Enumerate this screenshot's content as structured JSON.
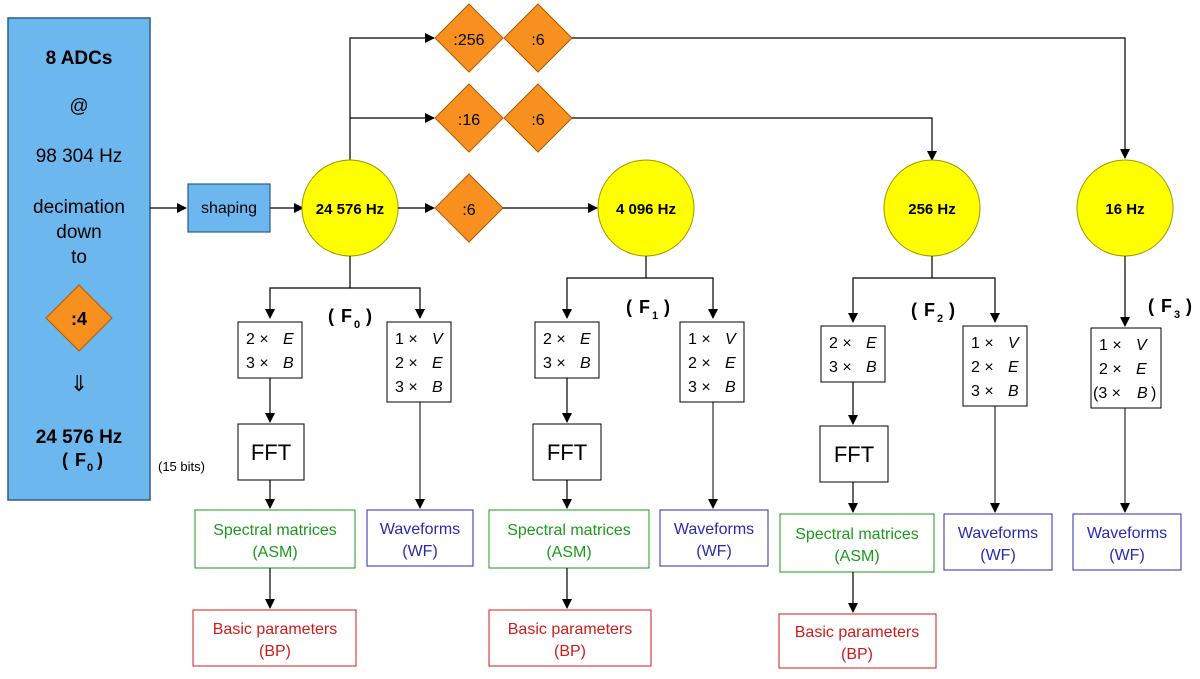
{
  "adc_panel": {
    "title": "8 ADCs",
    "at": "@",
    "rate": "98 304 Hz",
    "dec1": "decimation",
    "dec2": "down",
    "dec3": "to",
    "factor": ":4",
    "arrow": "⇓",
    "out_rate": "24 576 Hz",
    "out_label": "F",
    "out_sub": "0",
    "bits": "(15 bits)"
  },
  "shaping": {
    "label": "shaping"
  },
  "freqs": {
    "f0": "24 576 Hz",
    "f1": "4 096 Hz",
    "f2": "256 Hz",
    "f3": "16 Hz"
  },
  "decimators": {
    "d_f0_f1": ":6",
    "d_top_256": ":256",
    "d_top_6a": ":6",
    "d_mid_16": ":16",
    "d_mid_6": ":6"
  },
  "branch_labels": {
    "f0": {
      "main": "F",
      "sub": "0"
    },
    "f1": {
      "main": "F",
      "sub": "1"
    },
    "f2": {
      "main": "F",
      "sub": "2"
    },
    "f3": {
      "main": "F",
      "sub": "3"
    }
  },
  "spectral_inputs": {
    "line1_n": "2 ×",
    "line1_q": "E",
    "line2_n": "3 ×",
    "line2_q": "B"
  },
  "wave_inputs": {
    "line1_n": "1 ×",
    "line1_q": "V",
    "line2_n": "2 ×",
    "line2_q": "E",
    "line3_n": "3 ×",
    "line3_q": "B",
    "f3_line3_open": "(3 ×",
    "f3_line3_close": ")"
  },
  "fft": {
    "label": "FFT"
  },
  "asm": {
    "line1": "Spectral matrices",
    "line2": "(ASM)"
  },
  "wf": {
    "line1": "Waveforms",
    "line2": "(WF)"
  },
  "bp": {
    "line1": "Basic parameters",
    "line2": "(BP)"
  },
  "colors": {
    "panel_blue": "#6cb8ee",
    "circle_yellow": "#ffff00",
    "diamond_orange": "#f7901e",
    "asm_green": "#1a9a1a",
    "wf_blue": "#2a2ab0",
    "bp_red": "#d11a1a"
  }
}
